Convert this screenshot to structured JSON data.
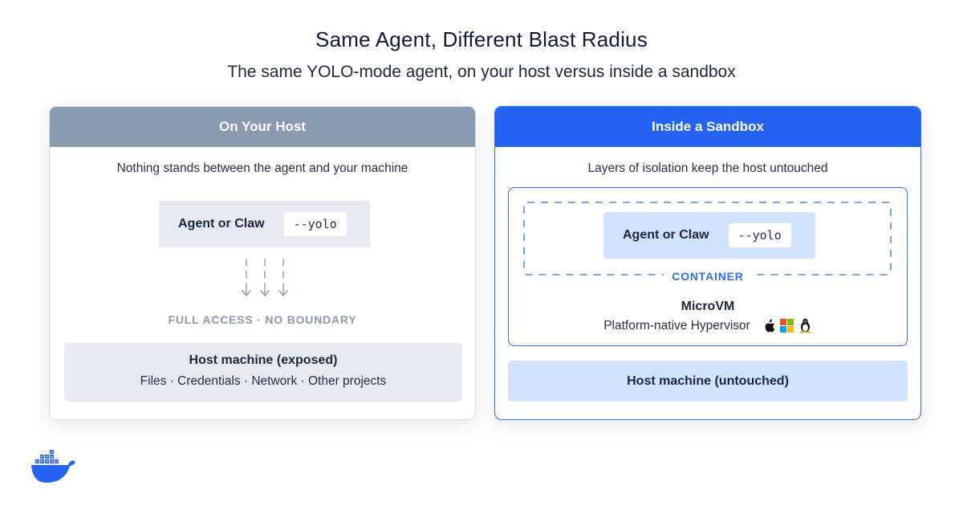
{
  "header": {
    "title": "Same Agent, Different Blast Radius",
    "subtitle": "The same YOLO-mode agent, on your host versus inside a sandbox"
  },
  "left_panel": {
    "title": "On Your Host",
    "description": "Nothing stands between the agent and your machine",
    "agent_label": "Agent or Claw",
    "flag": "--yolo",
    "access_label": "FULL ACCESS · NO BOUNDARY",
    "host_title": "Host machine (exposed)",
    "host_items": "Files · Credentials · Network · Other projects"
  },
  "right_panel": {
    "title": "Inside a Sandbox",
    "description": "Layers of isolation keep the host untouched",
    "agent_label": "Agent or Claw",
    "flag": "--yolo",
    "container_label": "CONTAINER",
    "microvm_title": "MicroVM",
    "hypervisor_label": "Platform-native Hypervisor",
    "os_icons": [
      "apple-icon",
      "windows-icon",
      "linux-icon"
    ],
    "host_title": "Host machine (untouched)"
  },
  "logo": "docker-whale-icon",
  "colors": {
    "host_accent": "#8a9ab2",
    "sandbox_accent": "#2563f3",
    "host_fill": "#e6e9f0",
    "sandbox_fill": "#d3e2fc"
  }
}
